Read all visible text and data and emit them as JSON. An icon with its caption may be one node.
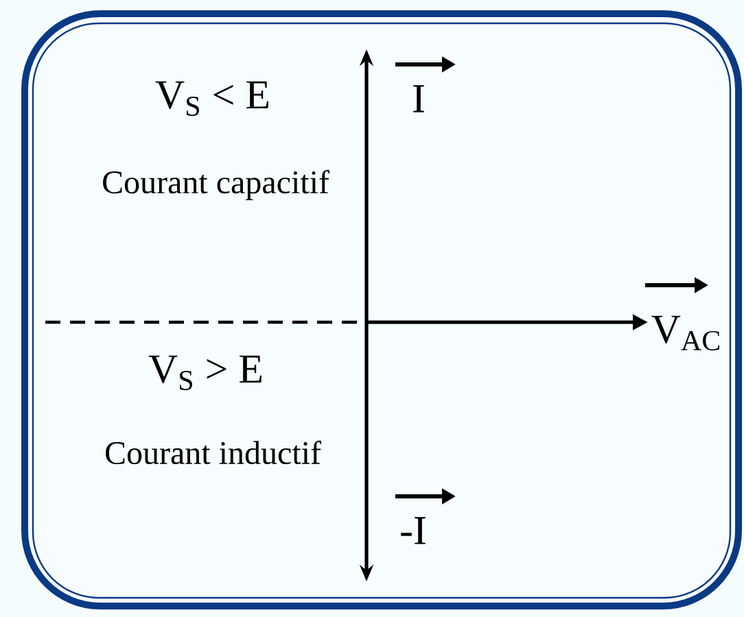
{
  "diagram": {
    "labels": [
      "V$_{S}$ < E",
      "Courant capacitif",
      "V$_{S}$ > E",
      "Courant inductif",
      "I",
      "-I",
      "V$_{AC}$"
    ]
  }
}
